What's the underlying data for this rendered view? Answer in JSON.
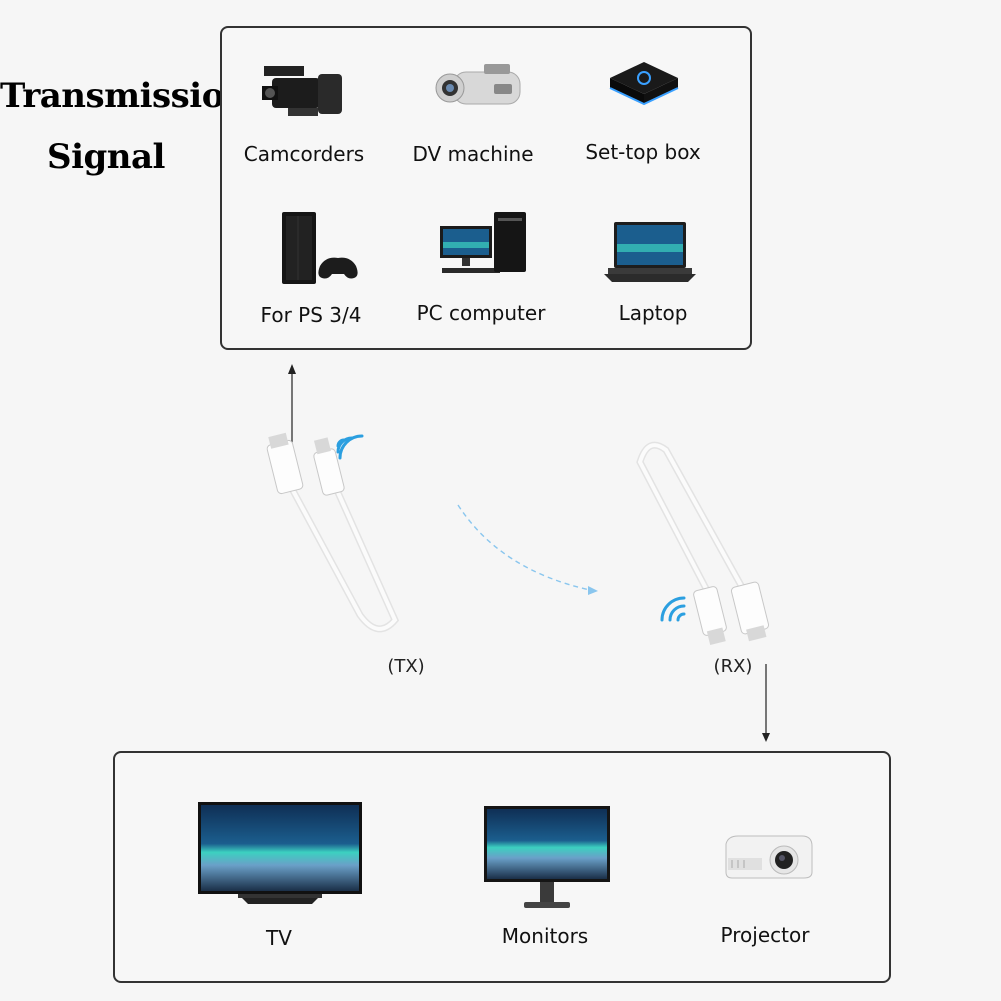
{
  "heading": {
    "line1": "Transmission",
    "line2": "Signal"
  },
  "sources": [
    {
      "label": "Camcorders",
      "icon": "camcorder-icon"
    },
    {
      "label": "DV machine",
      "icon": "dv-machine-icon"
    },
    {
      "label": "Set-top box",
      "icon": "set-top-box-icon"
    },
    {
      "label": "For PS 3/4",
      "icon": "ps-console-icon"
    },
    {
      "label": "PC computer",
      "icon": "pc-computer-icon"
    },
    {
      "label": "Laptop",
      "icon": "laptop-icon"
    }
  ],
  "transmitter": {
    "label": "(TX)"
  },
  "receiver": {
    "label": "(RX)"
  },
  "outputs": [
    {
      "label": "TV",
      "icon": "tv-icon"
    },
    {
      "label": "Monitors",
      "icon": "monitor-icon"
    },
    {
      "label": "Projector",
      "icon": "projector-icon"
    }
  ],
  "colors": {
    "border": "#333333",
    "signal": "#2b9fe0",
    "screen_sky": "#1b5e8e",
    "screen_glow": "#3cd0c0"
  }
}
